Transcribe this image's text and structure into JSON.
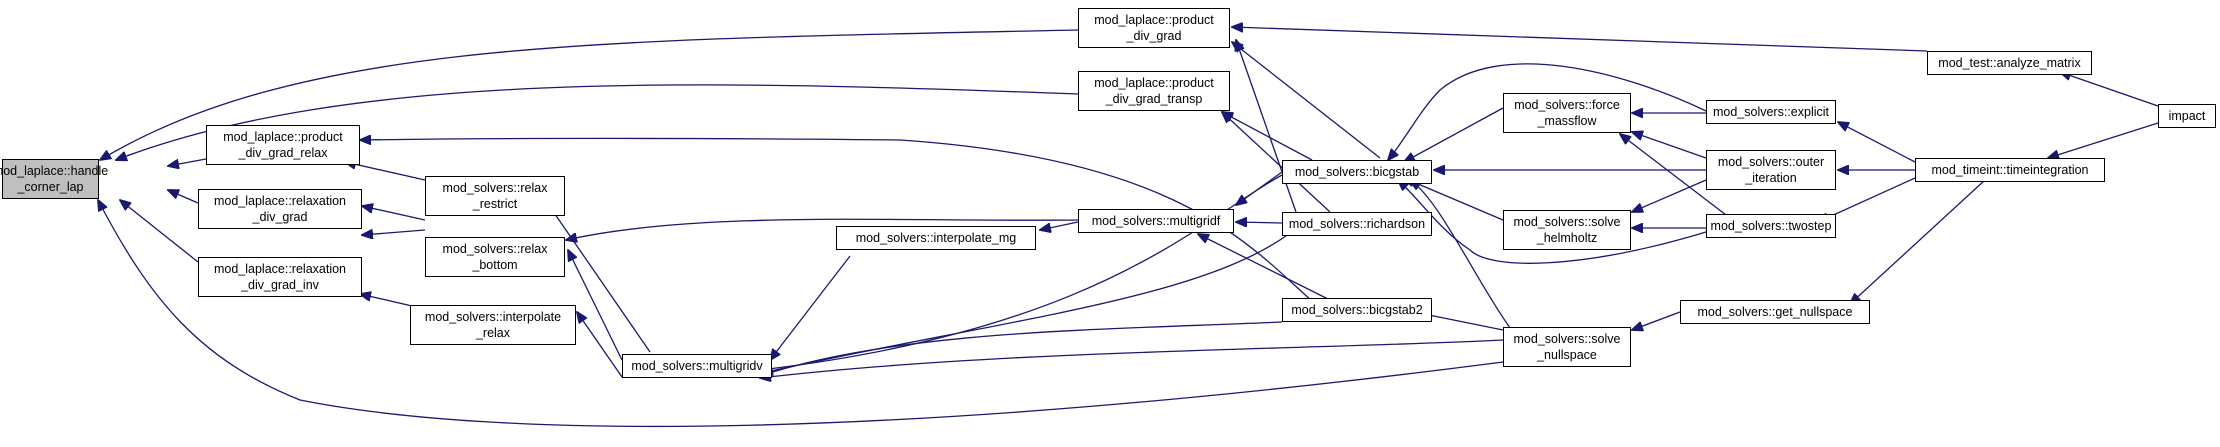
{
  "colors": {
    "edge": "#191970",
    "root_fill": "#bfbfbf",
    "node_fill": "#ffffff",
    "border": "#000000"
  },
  "nodes": {
    "handle_corner_lap": "mod_laplace::handle\n_corner_lap",
    "product_div_grad_relax": "mod_laplace::product\n_div_grad_relax",
    "relaxation_div_grad": "mod_laplace::relaxation\n_div_grad",
    "relaxation_div_grad_inv": "mod_laplace::relaxation\n_div_grad_inv",
    "product_div_grad": "mod_laplace::product\n_div_grad",
    "product_div_grad_transp": "mod_laplace::product\n_div_grad_transp",
    "relax_restrict": "mod_solvers::relax\n_restrict",
    "relax_bottom": "mod_solvers::relax\n_bottom",
    "interpolate_relax": "mod_solvers::interpolate\n_relax",
    "multigridv": "mod_solvers::multigridv",
    "interpolate_mg": "mod_solvers::interpolate_mg",
    "multigridf": "mod_solvers::multigridf",
    "bicgstab": "mod_solvers::bicgstab",
    "richardson": "mod_solvers::richardson",
    "bicgstab2": "mod_solvers::bicgstab2",
    "force_massflow": "mod_solvers::force\n_massflow",
    "solve_helmholtz": "mod_solvers::solve\n_helmholtz",
    "solve_nullspace": "mod_solvers::solve\n_nullspace",
    "explicit": "mod_solvers::explicit",
    "outer_iteration": "mod_solvers::outer\n_iteration",
    "twostep": "mod_solvers::twostep",
    "get_nullspace": "mod_solvers::get_nullspace",
    "analyze_matrix": "mod_test::analyze_matrix",
    "timeintegration": "mod_timeint::timeintegration",
    "impact": "impact"
  }
}
